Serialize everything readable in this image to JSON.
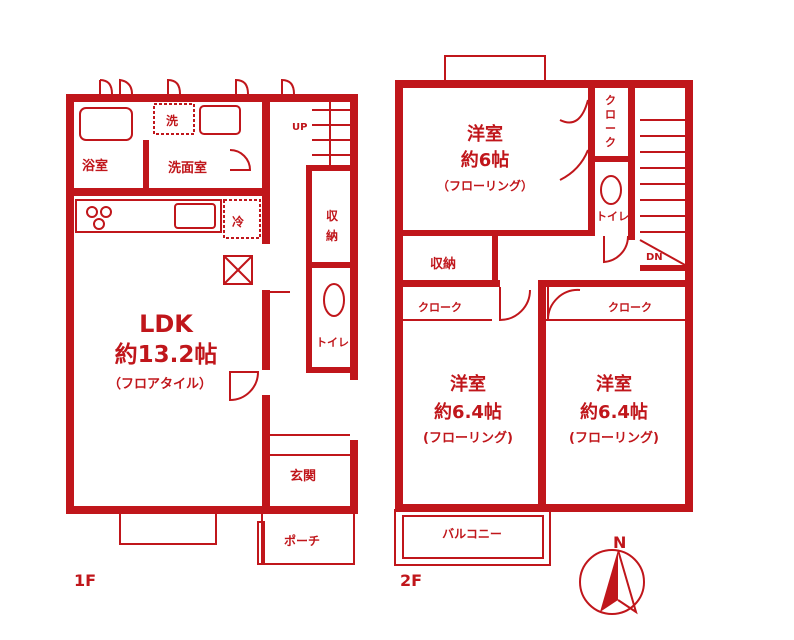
{
  "colors": {
    "wall": "#c0161b"
  },
  "floor1": {
    "label": "1F",
    "bath": "浴室",
    "washroom": "洗面室",
    "washer": "洗",
    "fridge": "冷",
    "ldk_name": "LDK",
    "ldk_size": "約13.2帖",
    "ldk_floor": "（フロアタイル）",
    "stairs_up": "UP",
    "storage_1": "収",
    "storage_2": "納",
    "toilet": "トイレ",
    "entrance": "玄関",
    "porch": "ポーチ"
  },
  "floor2": {
    "label": "2F",
    "room1_name": "洋室",
    "room1_size": "約6帖",
    "room1_floor": "（フローリング）",
    "closet_v": [
      "ク",
      "ロ",
      "ー",
      "ク"
    ],
    "toilet": "トイレ",
    "stairs_down": "DN",
    "storage": "収納",
    "closet_left": "クローク",
    "closet_right": "クローク",
    "room2_name": "洋室",
    "room2_size": "約6.4帖",
    "room2_floor": "(フローリング)",
    "room3_name": "洋室",
    "room3_size": "約6.4帖",
    "room3_floor": "(フローリング)",
    "balcony": "バルコニー"
  },
  "compass": {
    "north": "N"
  }
}
